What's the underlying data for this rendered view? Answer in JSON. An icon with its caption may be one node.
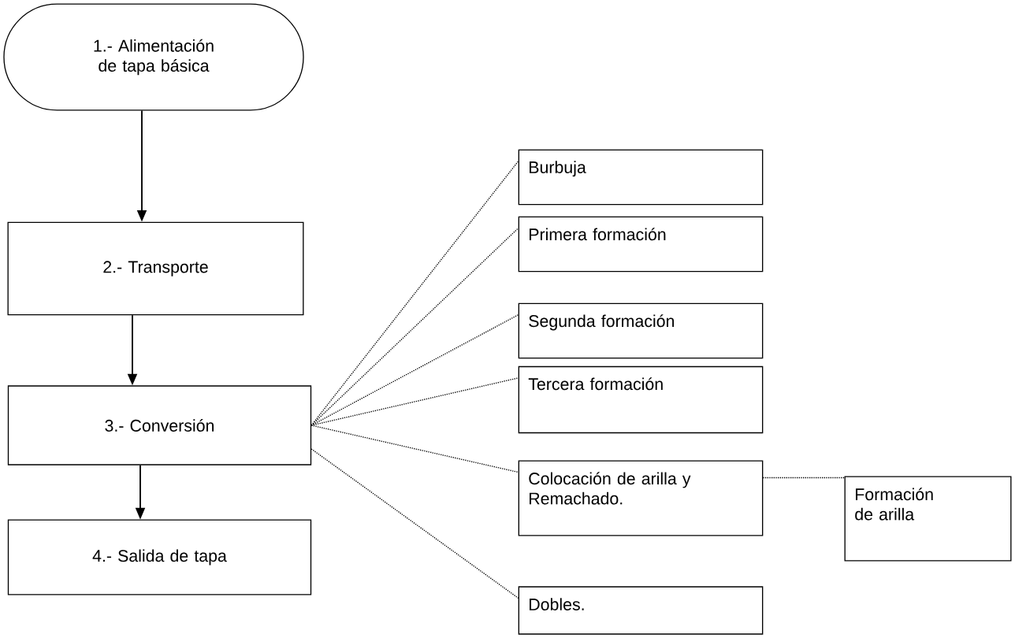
{
  "diagram": {
    "nodes": [
      {
        "text": [
          "1.- Alimentación de tapa básica"
        ]
      },
      {
        "text": [
          "2.- Transporte"
        ]
      },
      {
        "text": [
          "3.- Conversión"
        ]
      },
      {
        "text": [
          "4.- Salida de tapa"
        ]
      },
      {
        "text": [
          "Burbuja"
        ]
      },
      {
        "text": [
          "Primera formación"
        ]
      },
      {
        "text": [
          "Segunda formación"
        ]
      },
      {
        "text": [
          "Tercera formación"
        ]
      },
      {
        "text": [
          "Colocación de arilla y Remachado."
        ]
      },
      {
        "text": [
          "Formación de arilla"
        ]
      },
      {
        "text": [
          "Dobles."
        ]
      }
    ],
    "edges": [
      {
        "from": 0,
        "to": 1,
        "arrow": "to"
      },
      {
        "from": 1,
        "to": 2,
        "arrow": "to"
      },
      {
        "from": 2,
        "to": 3,
        "arrow": "to"
      },
      {
        "from": 2,
        "to": 4,
        "arrow": "none",
        "style": "dashed"
      },
      {
        "from": 2,
        "to": 5,
        "arrow": "none",
        "style": "dashed"
      },
      {
        "from": 2,
        "to": 6,
        "arrow": "none",
        "style": "dashed"
      },
      {
        "from": 2,
        "to": 7,
        "arrow": "none",
        "style": "dashed"
      },
      {
        "from": 2,
        "to": 8,
        "arrow": "none",
        "style": "dashed"
      },
      {
        "from": 2,
        "to": 10,
        "arrow": "none",
        "style": "dashed"
      },
      {
        "from": 8,
        "to": 9,
        "arrow": "none",
        "style": "dashed"
      }
    ]
  }
}
